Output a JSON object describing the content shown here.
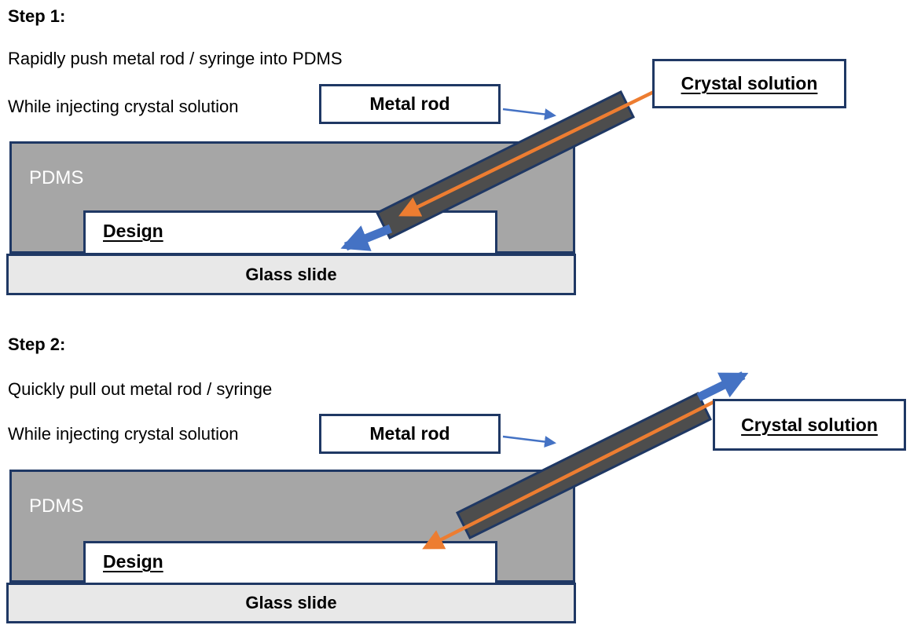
{
  "colors": {
    "border_navy": "#1F3864",
    "arrow_blue": "#4472C4",
    "injection_orange": "#ED7D31",
    "pdms_gray": "#A6A6A6",
    "rod_dark_gray": "#4D4D4D",
    "glass_light_gray": "#E8E8E8",
    "pdms_text": "#FFFFFF",
    "text": "#000000"
  },
  "steps": [
    {
      "title": "Step 1:",
      "instructions": [
        "Rapidly push metal rod / syringe into PDMS",
        "While injecting crystal solution"
      ],
      "labels": {
        "metal_rod": "Metal rod",
        "crystal_solution": "Crystal solution",
        "pdms": "PDMS",
        "design": "Design",
        "glass_slide": "Glass slide"
      }
    },
    {
      "title": "Step 2:",
      "instructions": [
        "Quickly pull out metal rod / syringe",
        "While injecting crystal solution"
      ],
      "labels": {
        "metal_rod": "Metal rod",
        "crystal_solution": "Crystal solution",
        "pdms": "PDMS",
        "design": "Design",
        "glass_slide": "Glass slide"
      }
    }
  ]
}
